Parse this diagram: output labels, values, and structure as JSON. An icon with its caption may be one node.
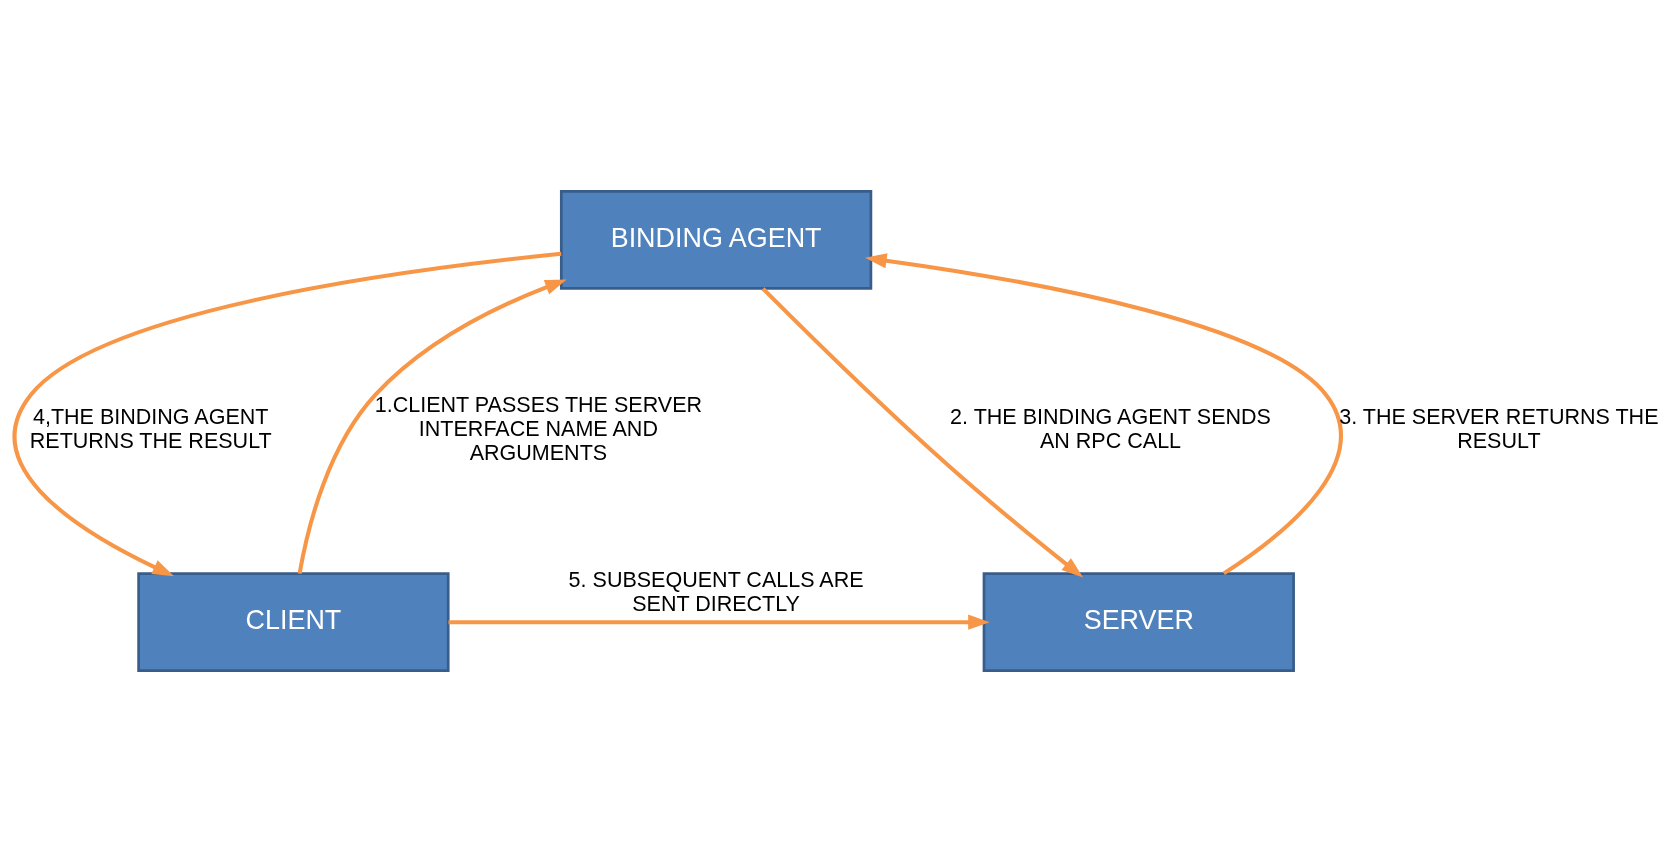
{
  "diagram": {
    "nodes": [
      {
        "text": [
          "BINDING AGENT"
        ]
      },
      {
        "text": [
          "CLIENT"
        ]
      },
      {
        "text": [
          "SERVER"
        ]
      }
    ],
    "edges": [
      {
        "from": 1,
        "to": 0,
        "arrow": "to",
        "label": "1.CLIENT PASSES THE SERVER INTERFACE NAME AND ARGUMENTS"
      },
      {
        "from": 0,
        "to": 2,
        "arrow": "to",
        "label": "2. THE BINDING AGENT SENDS AN RPC CALL"
      },
      {
        "from": 2,
        "to": 0,
        "arrow": "to",
        "label": "3. THE SERVER RETURNS THE RESULT"
      },
      {
        "from": 0,
        "to": 1,
        "arrow": "to",
        "label": "4,THE BINDING AGENT RETURNS THE RESULT"
      },
      {
        "from": 1,
        "to": 2,
        "arrow": "to",
        "label": "5. SUBSEQUENT CALLS ARE SENT DIRECTLY"
      }
    ]
  }
}
